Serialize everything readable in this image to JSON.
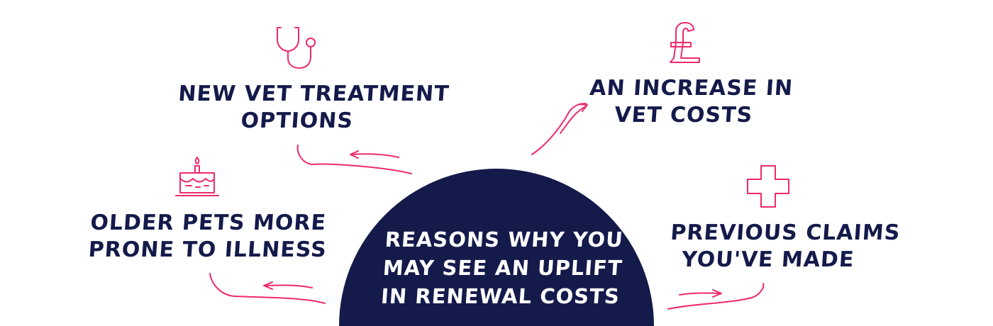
{
  "diagram": {
    "center": {
      "lines": [
        "REASONS WHY YOU",
        "MAY SEE AN UPLIFT",
        "IN RENEWAL COSTS"
      ]
    },
    "reasons": [
      {
        "id": "new-vet-treatment",
        "lines": [
          "NEW VET TREATMENT",
          "OPTIONS"
        ],
        "icon": "stethoscope-icon"
      },
      {
        "id": "vet-costs",
        "lines": [
          "AN INCREASE IN",
          "VET COSTS"
        ],
        "icon": "pound-sign-icon"
      },
      {
        "id": "older-pets",
        "lines": [
          "OLDER PETS MORE",
          "PRONE TO ILLNESS"
        ],
        "icon": "birthday-cake-icon"
      },
      {
        "id": "previous-claims",
        "lines": [
          "PREVIOUS CLAIMS",
          "YOU'VE MADE"
        ],
        "icon": "medical-cross-icon"
      }
    ],
    "colors": {
      "navy": "#141a4a",
      "accent": "#ee2a6b",
      "background": "#ffffff"
    }
  }
}
